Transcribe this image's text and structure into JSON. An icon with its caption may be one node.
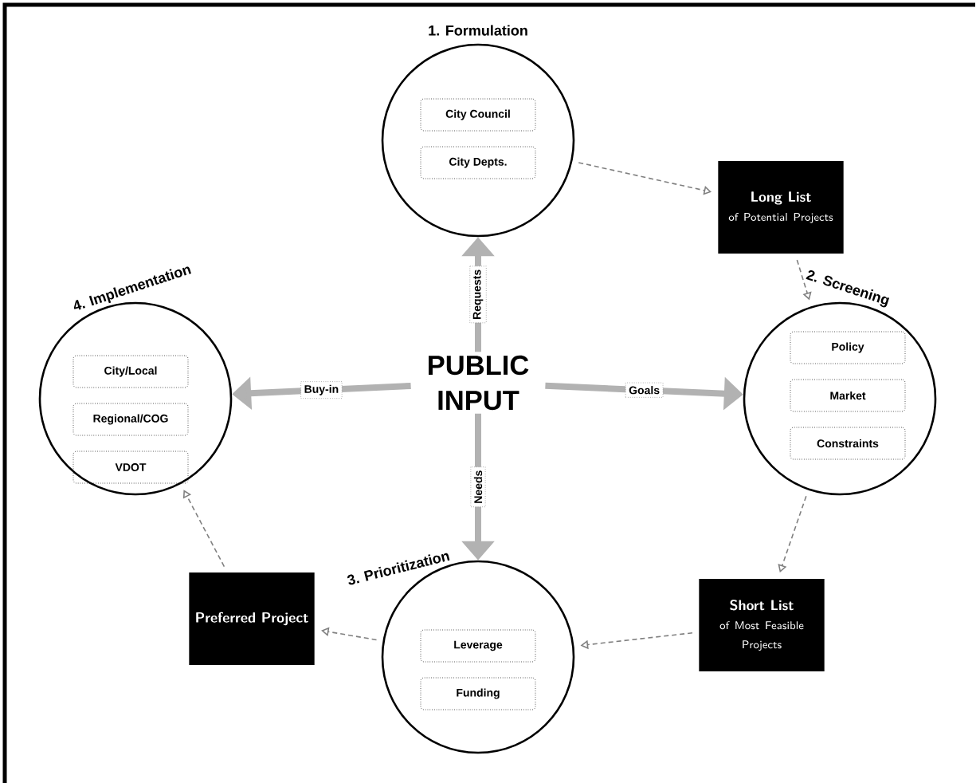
{
  "diagram": {
    "nodes": [
      {
        "text": [
          "1. Formulation"
        ]
      },
      {
        "text": [
          "City Council"
        ],
        "in": 0
      },
      {
        "text": [
          "City Depts."
        ],
        "in": 0
      },
      {
        "text": [
          "Long List",
          "of Potential Projects"
        ]
      },
      {
        "text": [
          "2. Screening"
        ]
      },
      {
        "text": [
          "Policy"
        ],
        "in": 4
      },
      {
        "text": [
          "Market"
        ],
        "in": 4
      },
      {
        "text": [
          "Constraints"
        ],
        "in": 4
      },
      {
        "text": [
          "Short List",
          "of Most Feasible Projects"
        ]
      },
      {
        "text": [
          "3. Prioritization"
        ]
      },
      {
        "text": [
          "Leverage"
        ],
        "in": 9
      },
      {
        "text": [
          "Funding"
        ],
        "in": 9
      },
      {
        "text": [
          "Preferred Project"
        ]
      },
      {
        "text": [
          "4. Implementation"
        ]
      },
      {
        "text": [
          "City/Local"
        ],
        "in": 13
      },
      {
        "text": [
          "Regional/COG"
        ],
        "in": 13
      },
      {
        "text": [
          "VDOT"
        ],
        "in": 13
      },
      {
        "text": [
          "PUBLIC INPUT"
        ]
      }
    ],
    "edges": [
      {
        "from": 17,
        "to": 0,
        "arrow": "to",
        "label": "Requests",
        "style": "thick"
      },
      {
        "from": 17,
        "to": 4,
        "arrow": "to",
        "label": "Goals",
        "style": "thick"
      },
      {
        "from": 17,
        "to": 9,
        "arrow": "to",
        "label": "Needs",
        "style": "thick"
      },
      {
        "from": 17,
        "to": 13,
        "arrow": "to",
        "label": "Buy-in",
        "style": "thick"
      },
      {
        "from": 0,
        "to": 3,
        "arrow": "to",
        "style": "dashed"
      },
      {
        "from": 3,
        "to": 4,
        "arrow": "to",
        "style": "dashed"
      },
      {
        "from": 4,
        "to": 8,
        "arrow": "to",
        "style": "dashed"
      },
      {
        "from": 8,
        "to": 9,
        "arrow": "to",
        "style": "dashed"
      },
      {
        "from": 9,
        "to": 12,
        "arrow": "to",
        "style": "dashed"
      },
      {
        "from": 12,
        "to": 13,
        "arrow": "to",
        "style": "dashed"
      }
    ]
  }
}
